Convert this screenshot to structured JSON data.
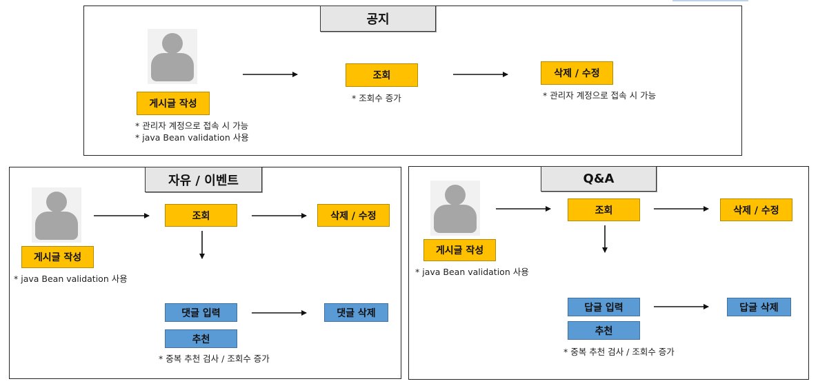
{
  "notice": {
    "title": "공지",
    "write": "게시글 작성",
    "view": "조회",
    "edit": "삭제 / 수정",
    "write_notes": [
      "* 관리자 계정으로 접속 시 가능",
      "* java Bean validation 사용"
    ],
    "view_note": "* 조회수 증가",
    "edit_note": "* 관리자 계정으로 접속 시 가능"
  },
  "free": {
    "title": "자유 / 이벤트",
    "write": "게시글 작성",
    "view": "조회",
    "edit": "삭제 / 수정",
    "write_note": "* java Bean validation 사용",
    "comment_input": "댓글 입력",
    "comment_delete": "댓글 삭제",
    "recommend": "추천",
    "bottom_note": "* 중복 추천 검사 / 조회수 증가"
  },
  "qa": {
    "title": "Q&A",
    "write": "게시글 작성",
    "view": "조회",
    "edit": "삭제 / 수정",
    "write_note": "* java Bean validation 사용",
    "reply_input": "답글 입력",
    "reply_delete": "답글 삭제",
    "recommend": "추천",
    "bottom_note": "* 중복 추천 검사 / 조회수 증가"
  },
  "colors": {
    "yellow": "#ffc000",
    "blue": "#5b9bd5",
    "title_bg": "#e6e6e6",
    "user_gray": "#a6a6a6"
  },
  "icons": {
    "user": "user-silhouette-icon",
    "arrow": "arrow-right-icon"
  }
}
